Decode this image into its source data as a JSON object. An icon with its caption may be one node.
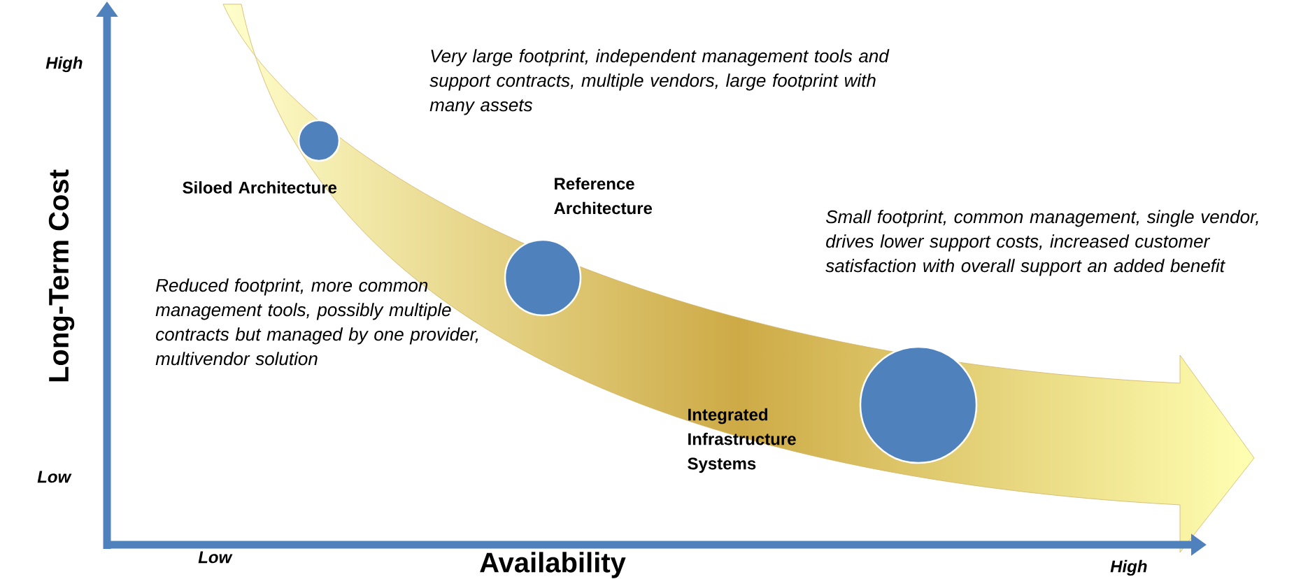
{
  "diagram": {
    "nodes": [
      {
        "text": [],
        "shape": "circle",
        "beside": [
          "Siloed Architecture"
        ]
      },
      {
        "text": [],
        "shape": "circle",
        "beside": [
          "Reference Architecture"
        ]
      },
      {
        "text": [],
        "shape": "circle",
        "beside": [
          "Integrated Infrastructure Systems"
        ]
      }
    ],
    "labels": [
      "High",
      "Long-Term Cost",
      "Low",
      "Very large footprint, independent management tools and support contracts, multiple vendors, large footprint with many assets",
      "Small footprint, common management, single vendor, drives lower support costs, increased customer satisfaction with overall support an added benefit",
      "Reduced footprint, more common management tools, possibly multiple contracts but managed by one provider, multivendor solution",
      "Low",
      "Availability",
      "High"
    ]
  }
}
